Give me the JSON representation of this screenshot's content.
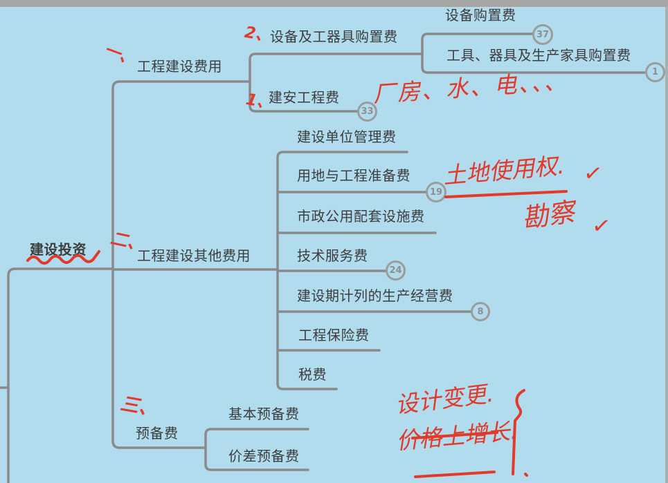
{
  "window": {
    "top_bar": "",
    "canvas_background": "#B1DCEE",
    "top_bar_color": "#A5A5A5",
    "branch_line_color": "#8A8A8A",
    "node_text_color": "#3D3D3D",
    "annotation_ink_color": "#E2392B",
    "badge_outline_color": "#9C9C9C"
  },
  "mindmap": {
    "root": {
      "label": "建设投资"
    },
    "branch1": {
      "label": "工程建设费用",
      "children": {
        "equipment": {
          "label": "设备及工器具购置费",
          "children": {
            "purchase": {
              "label": "设备购置费",
              "badge": "37"
            },
            "tools": {
              "label": "工具、器具及生产家具购置费",
              "badge": "1"
            }
          }
        },
        "construction": {
          "label": "建安工程费",
          "badge": "33"
        }
      }
    },
    "branch2": {
      "label": "工程建设其他费用",
      "children": {
        "management": {
          "label": "建设单位管理费"
        },
        "land": {
          "label": "用地与工程准备费",
          "badge": "19"
        },
        "municipal": {
          "label": "市政公用配套设施费"
        },
        "technical": {
          "label": "技术服务费",
          "badge": "24"
        },
        "operating": {
          "label": "建设期计列的生产经营费",
          "badge": "8"
        },
        "insurance": {
          "label": "工程保险费"
        },
        "tax": {
          "label": "税费"
        }
      }
    },
    "branch3": {
      "label": "预备费",
      "children": {
        "basic": {
          "label": "基本预备费"
        },
        "price": {
          "label": "价差预备费"
        }
      }
    }
  },
  "annotations": {
    "mark_branch1": "一、",
    "mark_equipment": "2、",
    "mark_construction": "1、",
    "construction_note": "厂房、水、电、、、",
    "mark_branch2": "二、",
    "land_note": "土地使用权.",
    "land_check": "✓",
    "survey_note": "勘察",
    "survey_check": "✓",
    "mark_branch3": "三、",
    "reserve_note_line1": "设计变更.",
    "reserve_note_line2": "价格上增长."
  }
}
